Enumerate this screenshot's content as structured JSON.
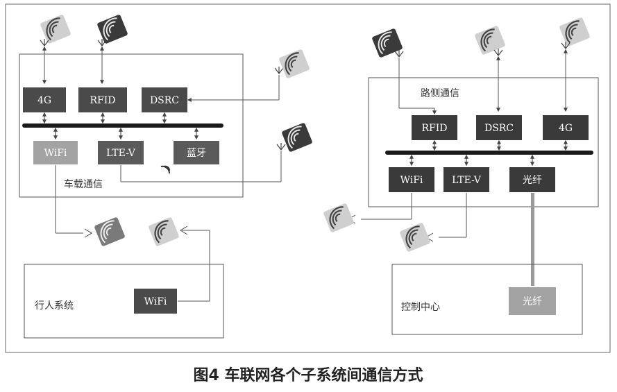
{
  "caption": "图4 车联网各个子系统间通信方式",
  "vehicle": {
    "area_label": "车载通信",
    "modules": {
      "g4": "4G",
      "rfid": "RFID",
      "dsrc": "DSRC",
      "wifi": "WiFi",
      "ltev": "LTE-V",
      "bluetooth": "蓝牙"
    }
  },
  "roadside": {
    "area_label": "路侧通信",
    "modules": {
      "rfid": "RFID",
      "dsrc": "DSRC",
      "g4": "4G",
      "wifi": "WiFi",
      "ltev": "LTE-V",
      "fiber": "光纤"
    }
  },
  "pedestrian": {
    "area_label": "行人系统",
    "wifi": "WiFi"
  },
  "control": {
    "area_label": "控制中心",
    "fiber": "光纤"
  },
  "colors": {
    "module_dark": "#3f3f3f",
    "module_mid": "#6a6a6a",
    "module_light": "#a3a3a3",
    "bus": "#1a1a1a",
    "line": "#555555",
    "fiber_link": "#9a9a9a"
  },
  "icons": [
    "wireless-signal-icon",
    "antenna-icon"
  ]
}
